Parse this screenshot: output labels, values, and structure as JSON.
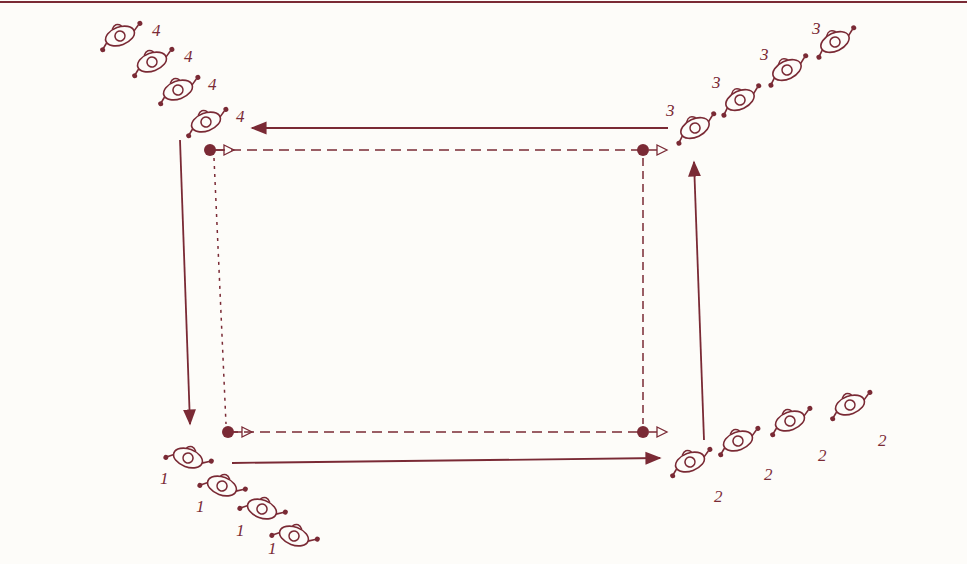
{
  "diagram": {
    "labels": [
      "4",
      "4",
      "4",
      "4",
      "3",
      "3",
      "3",
      "3",
      "2",
      "2",
      "2",
      "2",
      "1",
      "1",
      "1",
      "1"
    ]
  }
}
